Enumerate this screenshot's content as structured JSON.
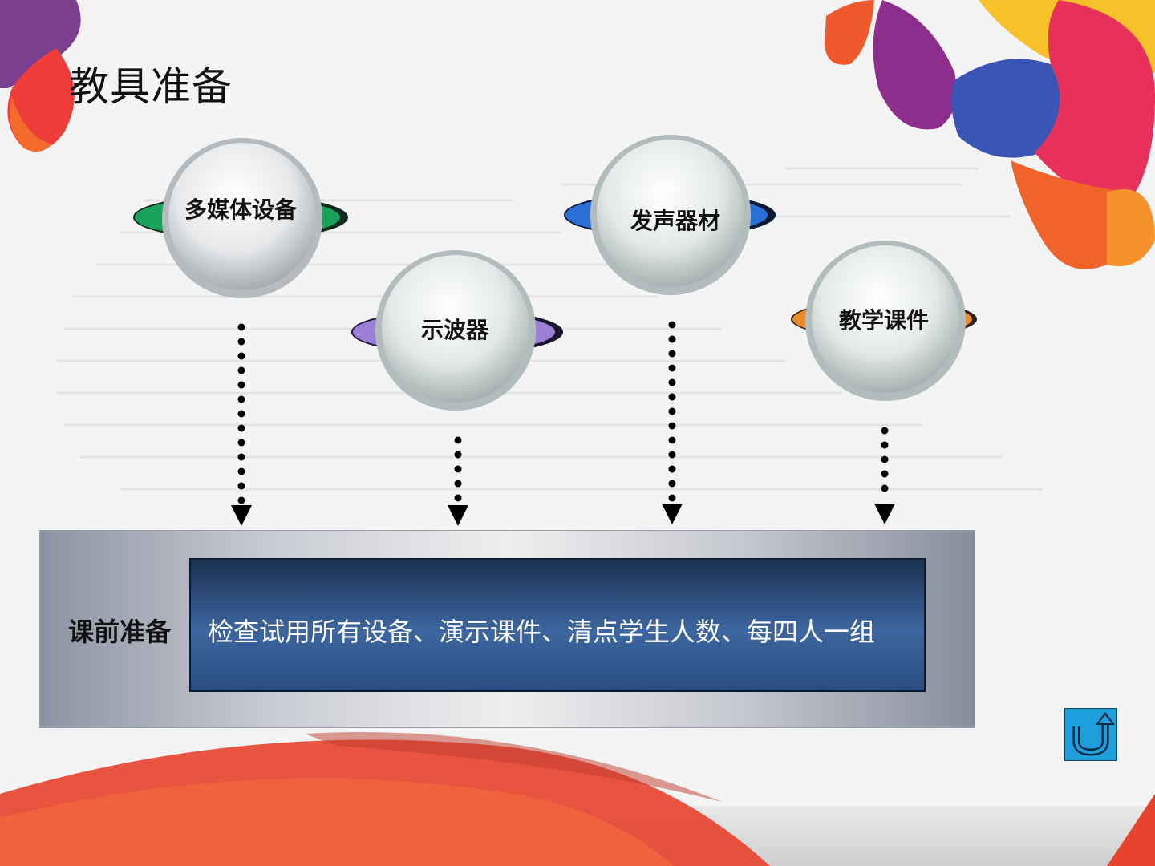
{
  "title": "教具准备",
  "bubbles": [
    {
      "label": "多媒体设备",
      "accent": "#1aa35a"
    },
    {
      "label": "示波器",
      "accent": "#9b7fd6"
    },
    {
      "label": "发声器材",
      "accent": "#2a6fd6"
    },
    {
      "label": "教学课件",
      "accent": "#e8892a"
    }
  ],
  "panel": {
    "label": "课前准备",
    "text": "检查试用所有设备、演示课件、清点学生人数、每四人一组"
  },
  "colors": {
    "inner_box": "#2f5487",
    "return_button": "#1ea0dc"
  },
  "icons": {
    "return": "u-turn-arrow-icon"
  }
}
